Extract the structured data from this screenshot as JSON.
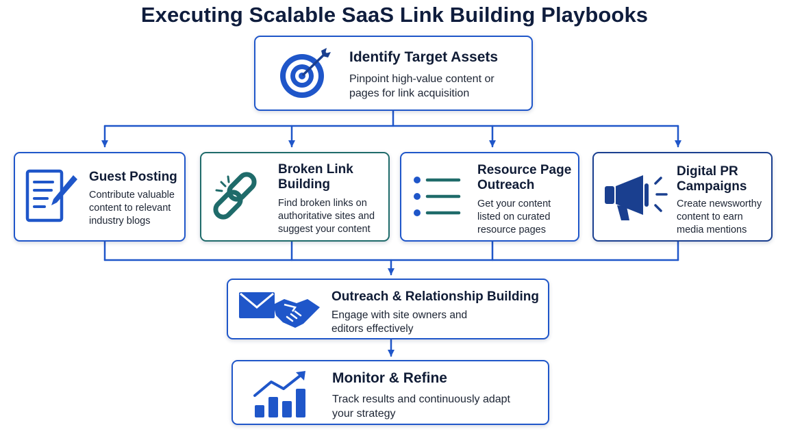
{
  "title": "Executing Scalable SaaS Link Building Playbooks",
  "colors": {
    "accent": "#1f56c9",
    "navy": "#1a3f8f",
    "teal": "#1f6b6a",
    "text": "#101c36"
  },
  "top": {
    "icon": "target-icon",
    "title": "Identify Target Assets",
    "desc": "Pinpoint high-value content or pages for link acquisition"
  },
  "tactics": [
    {
      "icon": "document-pen-icon",
      "title": "Guest Posting",
      "desc": "Contribute valuable content to relevant industry blogs"
    },
    {
      "icon": "broken-link-icon",
      "title": "Broken Link Building",
      "desc": "Find broken links on authoritative sites and suggest your content"
    },
    {
      "icon": "list-icon",
      "title": "Resource Page Outreach",
      "desc": "Get your content listed on curated resource pages"
    },
    {
      "icon": "megaphone-icon",
      "title": "Digital PR Campaigns",
      "desc": "Create newsworthy content to earn media mentions"
    }
  ],
  "outreach": {
    "icon": "envelope-handshake-icon",
    "title": "Outreach & Relationship Building",
    "desc": "Engage with site owners and editors effectively"
  },
  "monitor": {
    "icon": "growth-chart-icon",
    "title": "Monitor & Refine",
    "desc": "Track results and continuously adapt your strategy"
  }
}
